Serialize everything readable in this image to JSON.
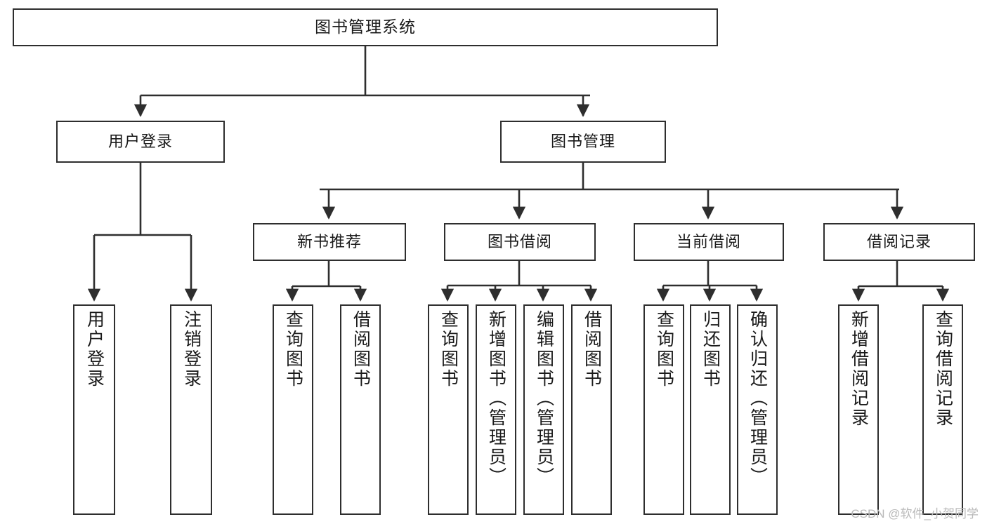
{
  "diagram": {
    "type": "tree-hierarchy",
    "title": "图书管理系统",
    "watermark": "CSDN @软件_小贺同学",
    "colors": {
      "background": "#ffffff",
      "border": "#2e2e2e",
      "text": "#1a1a1a",
      "connector": "#2e2e2e",
      "watermark": "#b9b9b9"
    },
    "root": {
      "label": "图书管理系统"
    },
    "level2": [
      {
        "label": "用户登录"
      },
      {
        "label": "图书管理"
      }
    ],
    "level3": [
      {
        "label": "新书推荐"
      },
      {
        "label": "图书借阅"
      },
      {
        "label": "当前借阅"
      },
      {
        "label": "借阅记录"
      }
    ],
    "leaves": {
      "user_login": [
        {
          "label": "用户登录"
        },
        {
          "label": "注销登录"
        }
      ],
      "new_book_recommend": [
        {
          "label": "查询图书"
        },
        {
          "label": "借阅图书"
        }
      ],
      "book_borrow": [
        {
          "label": "查询图书"
        },
        {
          "label": "新增图书（管理员）"
        },
        {
          "label": "编辑图书（管理员）"
        },
        {
          "label": "借阅图书"
        }
      ],
      "current_borrow": [
        {
          "label": "查询图书"
        },
        {
          "label": "归还图书"
        },
        {
          "label": "确认归还（管理员）"
        }
      ],
      "borrow_record": [
        {
          "label": "新增借阅记录"
        },
        {
          "label": "查询借阅记录"
        }
      ]
    }
  }
}
